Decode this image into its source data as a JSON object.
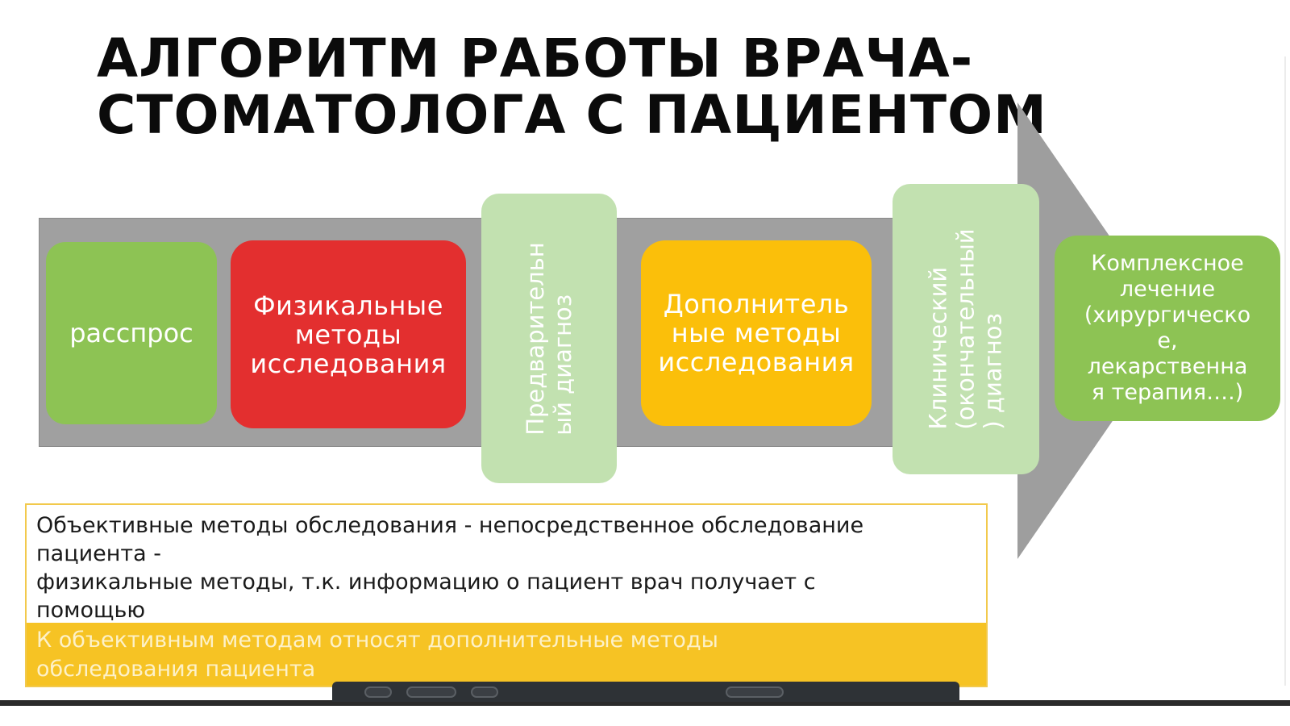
{
  "slide": {
    "title_lines": [
      "АЛГОРИТМ РАБОТЫ ВРАЧА-",
      "СТОМАТОЛОГА С ПАЦИЕНТОМ"
    ]
  },
  "colors": {
    "arrow": "#a0a0a0",
    "green": "#8dc354",
    "red": "#e32f2f",
    "amber": "#fbbf0a",
    "light_green": "#c2e1b0",
    "highlight": "#f6c324",
    "box_border": "#f2c94c"
  },
  "process_steps": [
    {
      "label": "расспрос",
      "color": "#8dc354"
    },
    {
      "label": "Физикальные\nметоды\nисследования",
      "color": "#e32f2f"
    },
    {
      "label": "Предварительн\nый диагноз",
      "color": "#c2e1b0",
      "orientation": "vertical"
    },
    {
      "label": "Дополнитель\nные методы\nисследования",
      "color": "#fbbf0a"
    },
    {
      "label": "Клинический\n(окончательный\n) диагноз",
      "color": "#c2e1b0",
      "orientation": "vertical"
    },
    {
      "label": "Комплексное\nлечение\n(хирургическо\nе,\nлекарственна\nя терапия….)",
      "color": "#8dc354"
    }
  ],
  "definition": {
    "lines": [
      "Объективные методы обследования - непосредственное обследование",
      "пациента -",
      " физикальные методы, т.к. информацию о пациент врач получает с",
      "помощью"
    ],
    "highlight_lines": [
      "К объективным методам относят дополнительные методы",
      "обследования пациента"
    ]
  }
}
